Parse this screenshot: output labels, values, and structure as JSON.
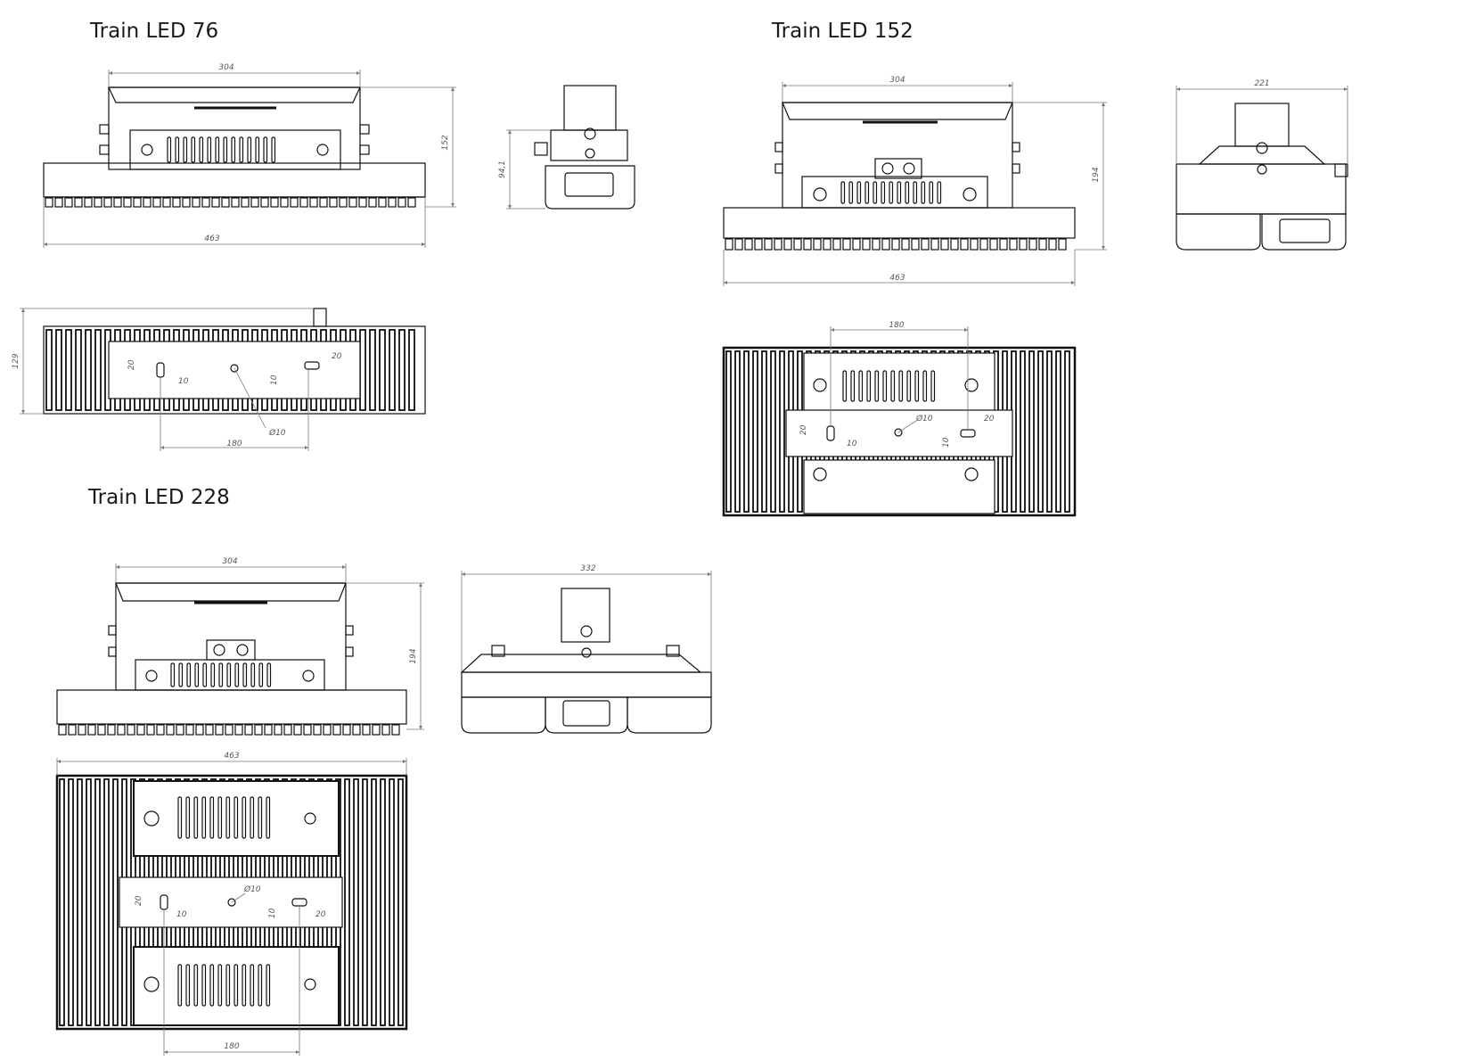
{
  "titles": {
    "led76": "Train LED 76",
    "led152": "Train LED 152",
    "led228": "Train LED 228"
  },
  "dims": {
    "led76": {
      "front_width": "304",
      "front_total": "463",
      "front_height": "152",
      "side_height": "94,1",
      "top_height": "129",
      "hole_spacing": "180",
      "hole_diameter": "Ø10",
      "slot_h": "20",
      "slot_w": "10",
      "slot_len": "20",
      "slot_off": "10"
    },
    "led152": {
      "front_width": "304",
      "front_total": "463",
      "front_height": "194",
      "side_width": "221",
      "hole_spacing": "180",
      "hole_diameter": "Ø10",
      "slot_h": "20",
      "slot_w": "10",
      "slot_len": "20",
      "slot_off": "10"
    },
    "led228": {
      "front_width": "304",
      "front_height": "194",
      "side_width": "332",
      "top_width": "463",
      "hole_spacing": "180",
      "hole_diameter": "Ø10",
      "slot_h": "20",
      "slot_w": "10",
      "slot_len": "20",
      "slot_off": "10"
    }
  },
  "colors": {
    "line": "#111111",
    "dim_line": "#777777",
    "dim_text": "#555555"
  }
}
